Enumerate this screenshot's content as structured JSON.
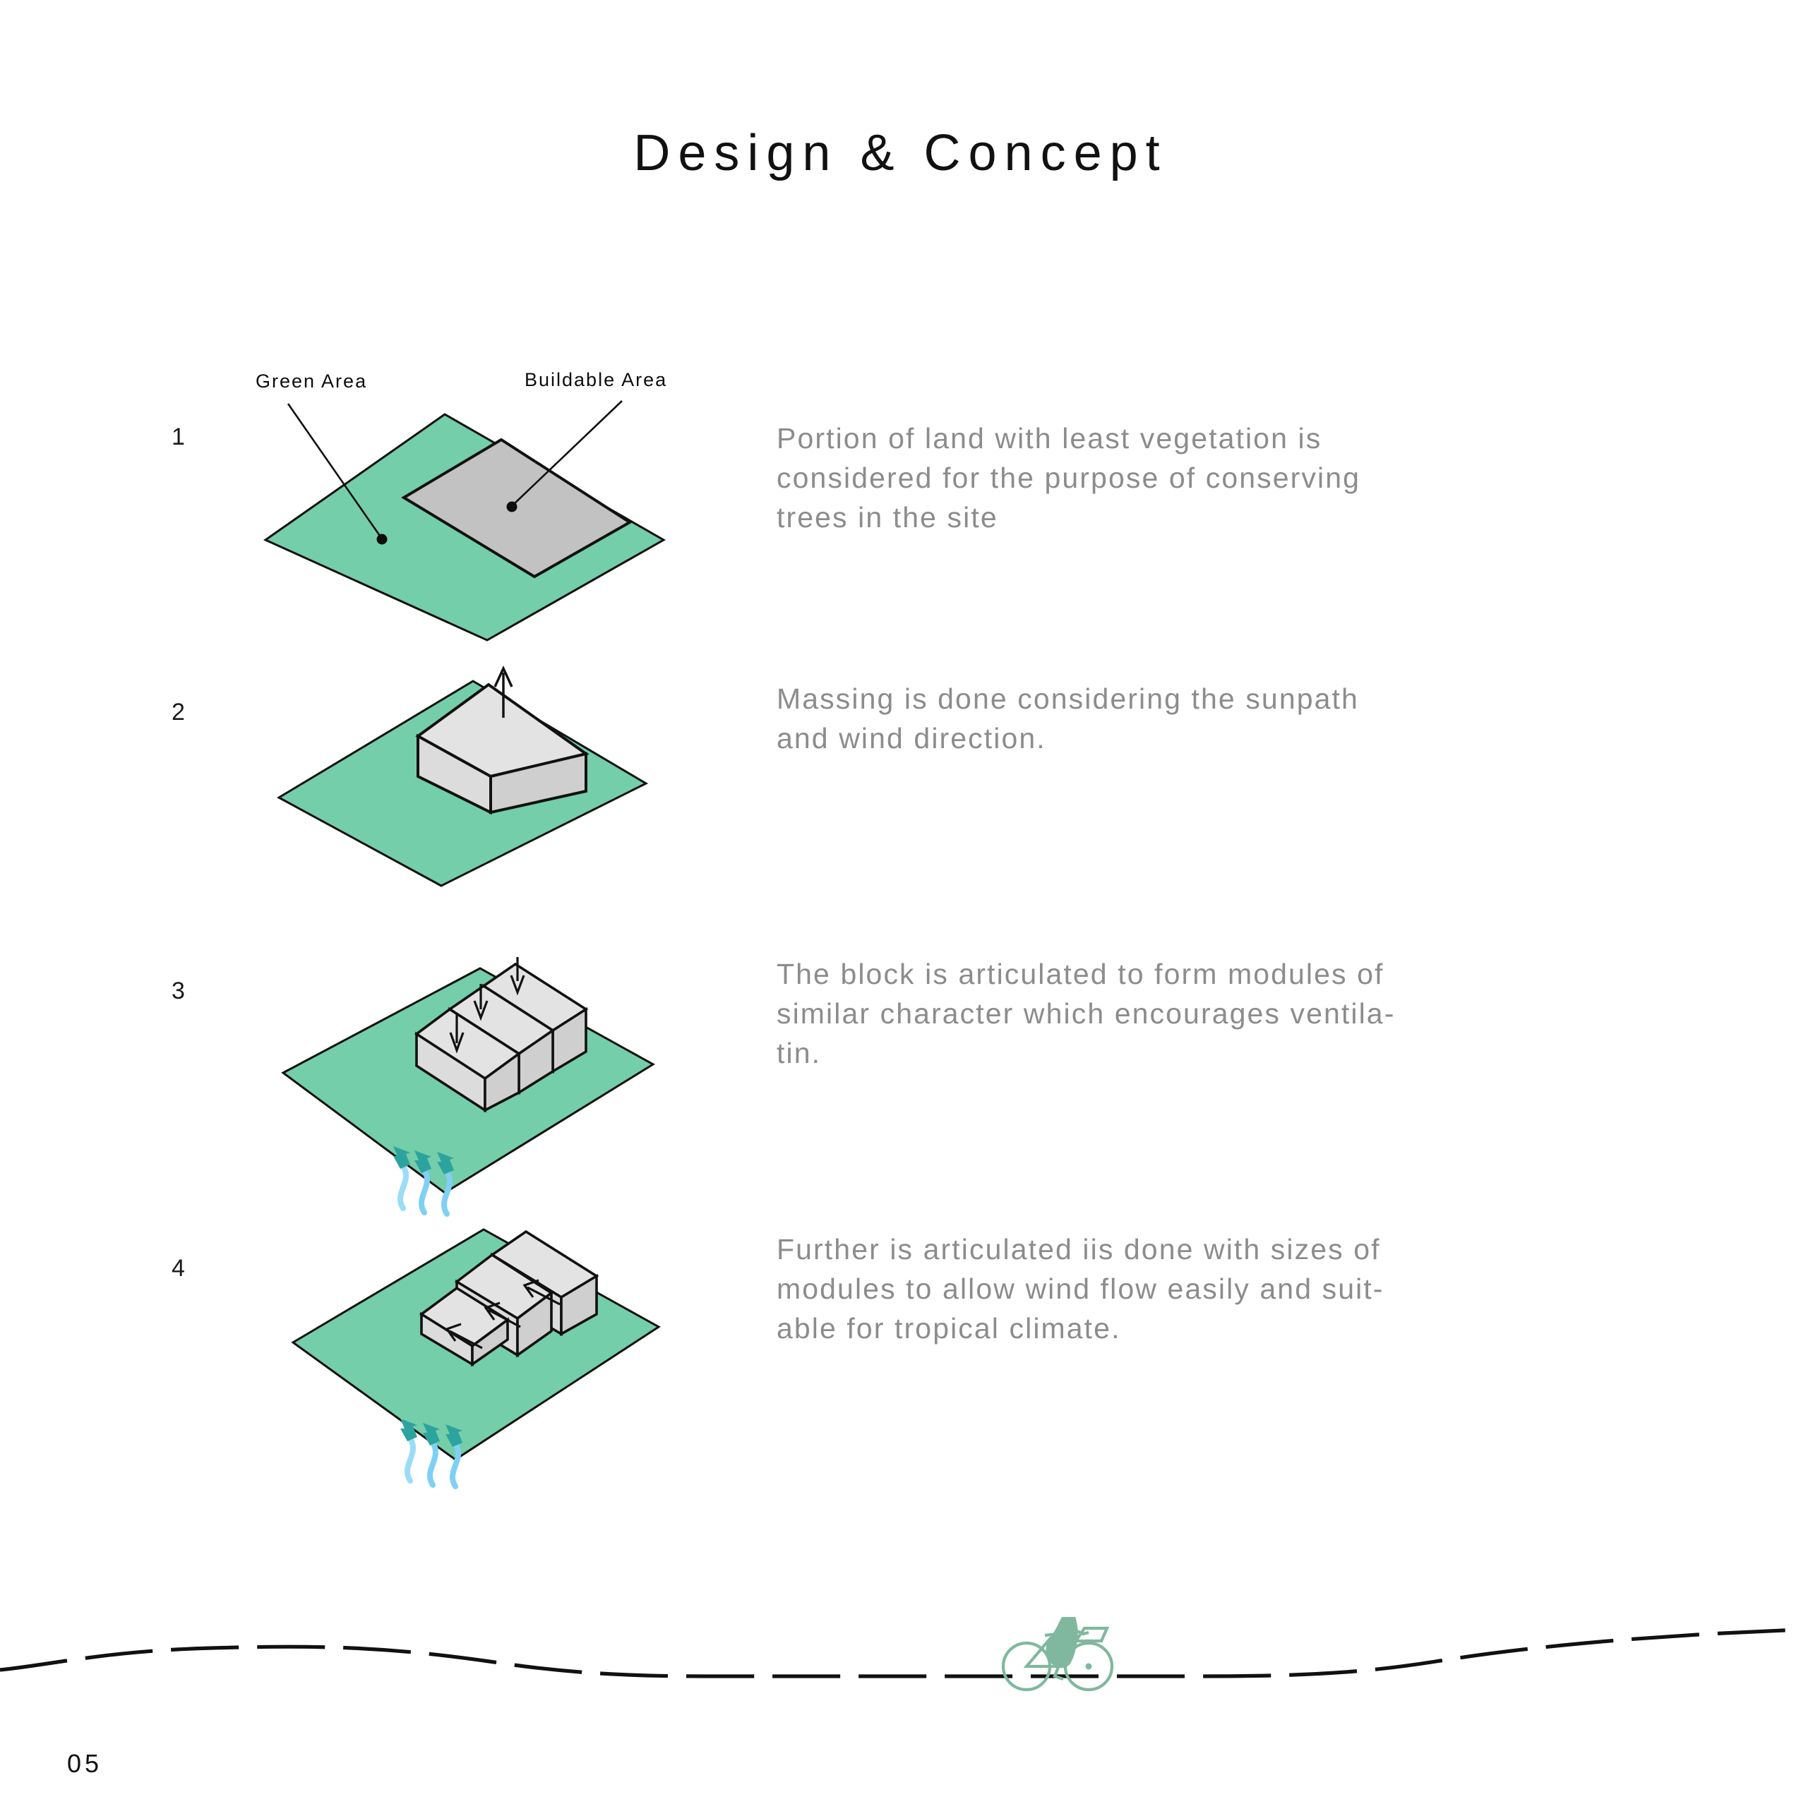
{
  "document": {
    "title": "Design & Concept",
    "page_number": "05"
  },
  "theme": {
    "green_plane": "#74ceaa",
    "mass_top": "#e3e3e3",
    "mass_side_light": "#dcdcdc",
    "mass_side_dark": "#cfcfcf",
    "buildable_grey": "#c2c2c2",
    "outline": "#111111",
    "body_text": "#8c8c8c",
    "title_text": "#111111",
    "wind_arrow_teal": "#2da39f",
    "wind_tail_blue": "#6ec9f2",
    "cyclist_green": "#7fb89e"
  },
  "steps": [
    {
      "number": "1",
      "text": "Portion of land with least vegetation is\nconsidered for the purpose of conserving\ntrees in the site",
      "diagram": "site-plan-green-and-buildable",
      "labels": [
        {
          "name": "green-area",
          "text": "Green Area"
        },
        {
          "name": "buildable-area",
          "text": "Buildable Area"
        }
      ]
    },
    {
      "number": "2",
      "text": "Massing is done considering the sunpath\nand wind direction.",
      "diagram": "single-extruded-mass-with-up-arrow",
      "labels": []
    },
    {
      "number": "3",
      "text": "The block is articulated to form modules of\nsimilar character which encourages ventila-\ntin.",
      "diagram": "stepped-modules-with-down-arrows-and-wind",
      "labels": []
    },
    {
      "number": "4",
      "text": "Further is articulated iis done with sizes of\nmodules to allow wind flow easily and suit-\nable for tropical climate.",
      "diagram": "split-modules-with-push-arrows-and-wind",
      "labels": []
    }
  ],
  "footer": {
    "terrain_line": "dashed-undulating-ground-line",
    "cyclist": "cyclist-on-bicycle-icon"
  }
}
